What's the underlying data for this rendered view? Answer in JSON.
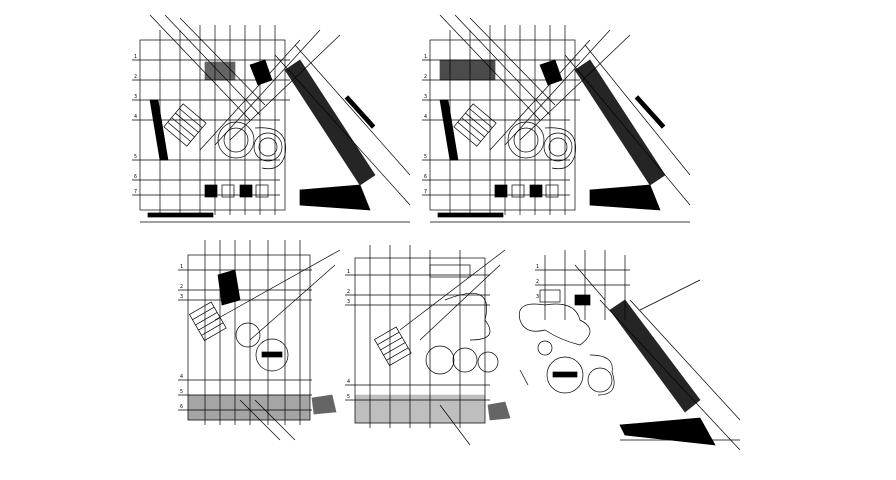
{
  "drawing": {
    "background": "#ffffff",
    "ink": "#000000",
    "description_visible_text": "",
    "sheets": [
      {
        "id": "plan-top-left",
        "labels": [
          "1",
          "2",
          "3",
          "4",
          "5",
          "6",
          "7"
        ]
      },
      {
        "id": "plan-top-right",
        "labels": [
          "1",
          "2",
          "3",
          "4",
          "5",
          "6",
          "7"
        ]
      },
      {
        "id": "plan-bottom-left",
        "labels": [
          "1",
          "2",
          "3",
          "4",
          "5",
          "6"
        ]
      },
      {
        "id": "plan-bottom-middle",
        "labels": [
          "1",
          "2",
          "3",
          "4",
          "5"
        ]
      },
      {
        "id": "plan-bottom-right",
        "labels": [
          "1",
          "2",
          "3"
        ]
      }
    ]
  }
}
